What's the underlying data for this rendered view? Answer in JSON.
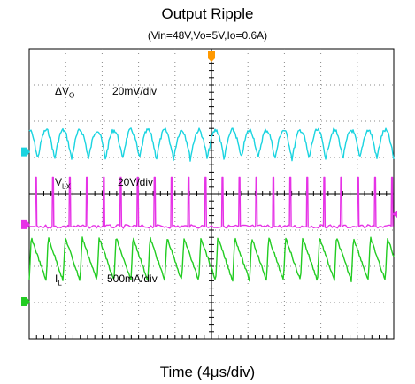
{
  "chart_data": {
    "type": "line",
    "title": "Output Ripple",
    "subtitle": "(Vin=48V,Vo=5V,Io=0.6A)",
    "xlabel": "Time (4μs/div)",
    "x_divisions": 10,
    "y_divisions": 8,
    "switching_cycles_on_screen": 21.5,
    "series": [
      {
        "name": "ΔVO",
        "scale": "20mV/div",
        "color": "#1ad4e0",
        "waveform": "ripple",
        "offset_div": 5.35,
        "amplitude_div": 0.4
      },
      {
        "name": "VLX",
        "scale": "20V/div",
        "color": "#e633e6",
        "waveform": "pulse",
        "offset_div": 3.1,
        "high_div": 4.45,
        "duty": 0.1
      },
      {
        "name": "IL",
        "scale": "500mA/div",
        "color": "#22cc22",
        "waveform": "triangle",
        "offset_div": 2.2,
        "amplitude_div": 0.6
      }
    ]
  },
  "labels": {
    "dvo_name": "ΔV",
    "dvo_sub": "O",
    "dvo_scale": "20mV/div",
    "vlx_name": "V",
    "vlx_sub": "LX",
    "vlx_scale": "20V/div",
    "il_name": "I",
    "il_sub": "L",
    "il_scale": "500mA/div"
  },
  "colors": {
    "grid_dot": "#888888",
    "frame": "#000000",
    "trigger_marker": "#ff9900"
  }
}
